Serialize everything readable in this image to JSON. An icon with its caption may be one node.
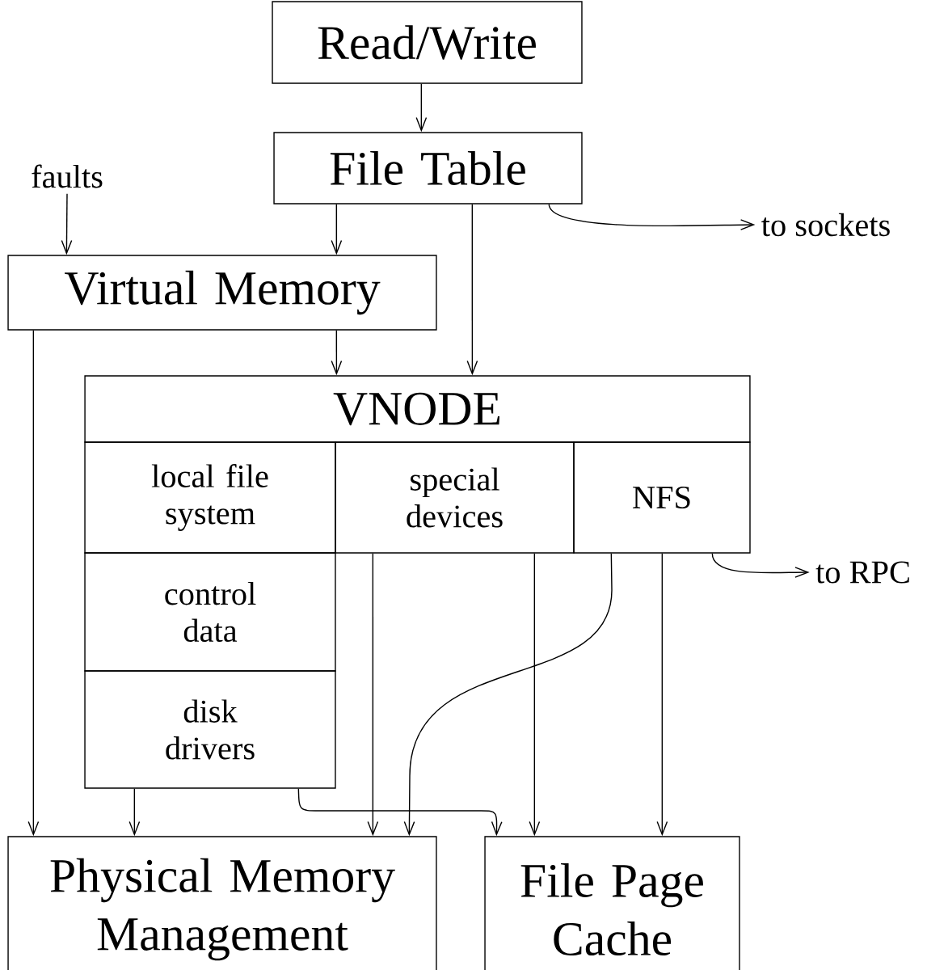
{
  "diagram": {
    "nodes": [
      {
        "text": [
          "Read/Write"
        ]
      },
      {
        "text": [
          "File Table"
        ]
      },
      {
        "text": [
          "faults"
        ]
      },
      {
        "text": [
          "Virtual Memory"
        ]
      },
      {
        "text": [
          "to sockets"
        ]
      },
      {
        "text": [
          "VNODE"
        ]
      },
      {
        "text": [
          "local file system"
        ]
      },
      {
        "text": [
          "special devices"
        ]
      },
      {
        "text": [
          "NFS"
        ]
      },
      {
        "text": [
          "control data"
        ]
      },
      {
        "text": [
          "disk drivers"
        ]
      },
      {
        "text": [
          "to RPC"
        ]
      },
      {
        "text": [
          "Physical Memory Management"
        ]
      },
      {
        "text": [
          "File Page Cache"
        ]
      }
    ],
    "edges": [
      {
        "from": 0,
        "to": 1,
        "arrow": "to"
      },
      {
        "from": 2,
        "to": 3,
        "arrow": "to"
      },
      {
        "from": 1,
        "to": 3,
        "arrow": "to"
      },
      {
        "from": 1,
        "to": 4,
        "arrow": "to"
      },
      {
        "from": 1,
        "to": 5,
        "arrow": "to"
      },
      {
        "from": 3,
        "to": 5,
        "arrow": "to"
      },
      {
        "from": 3,
        "to": 12,
        "arrow": "to"
      },
      {
        "from": 10,
        "to": 12,
        "arrow": "to"
      },
      {
        "from": 10,
        "to": 13,
        "arrow": "to"
      },
      {
        "from": 7,
        "to": 12,
        "arrow": "to"
      },
      {
        "from": 7,
        "to": 13,
        "arrow": "to"
      },
      {
        "from": 8,
        "to": 12,
        "arrow": "to"
      },
      {
        "from": 8,
        "to": 13,
        "arrow": "to"
      },
      {
        "from": 8,
        "to": 11,
        "arrow": "to"
      }
    ]
  }
}
